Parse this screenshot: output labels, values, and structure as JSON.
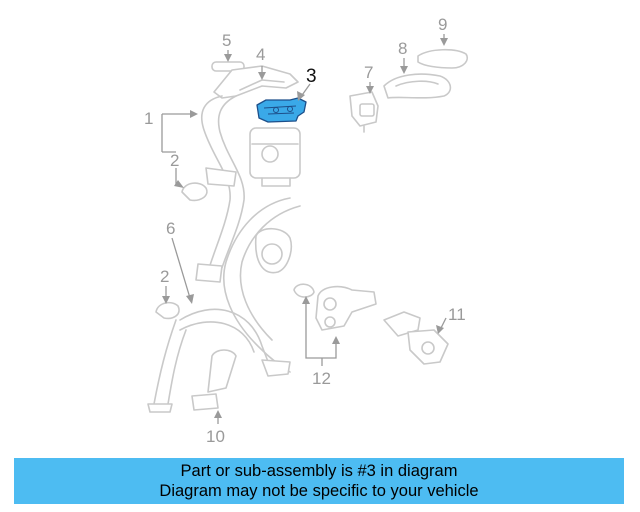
{
  "diagram": {
    "highlighted_part": "3",
    "highlight_color": "#3aa9e8",
    "callouts": {
      "c1": "1",
      "c2a": "2",
      "c2b": "2",
      "c3": "3",
      "c4": "4",
      "c5": "5",
      "c6": "6",
      "c7": "7",
      "c8": "8",
      "c9": "9",
      "c10": "10",
      "c11": "11",
      "c12": "12"
    }
  },
  "banner": {
    "line1": "Part or sub-assembly is #3 in diagram",
    "line2": "Diagram may not be specific to your vehicle",
    "background": "#4dbcf2"
  }
}
